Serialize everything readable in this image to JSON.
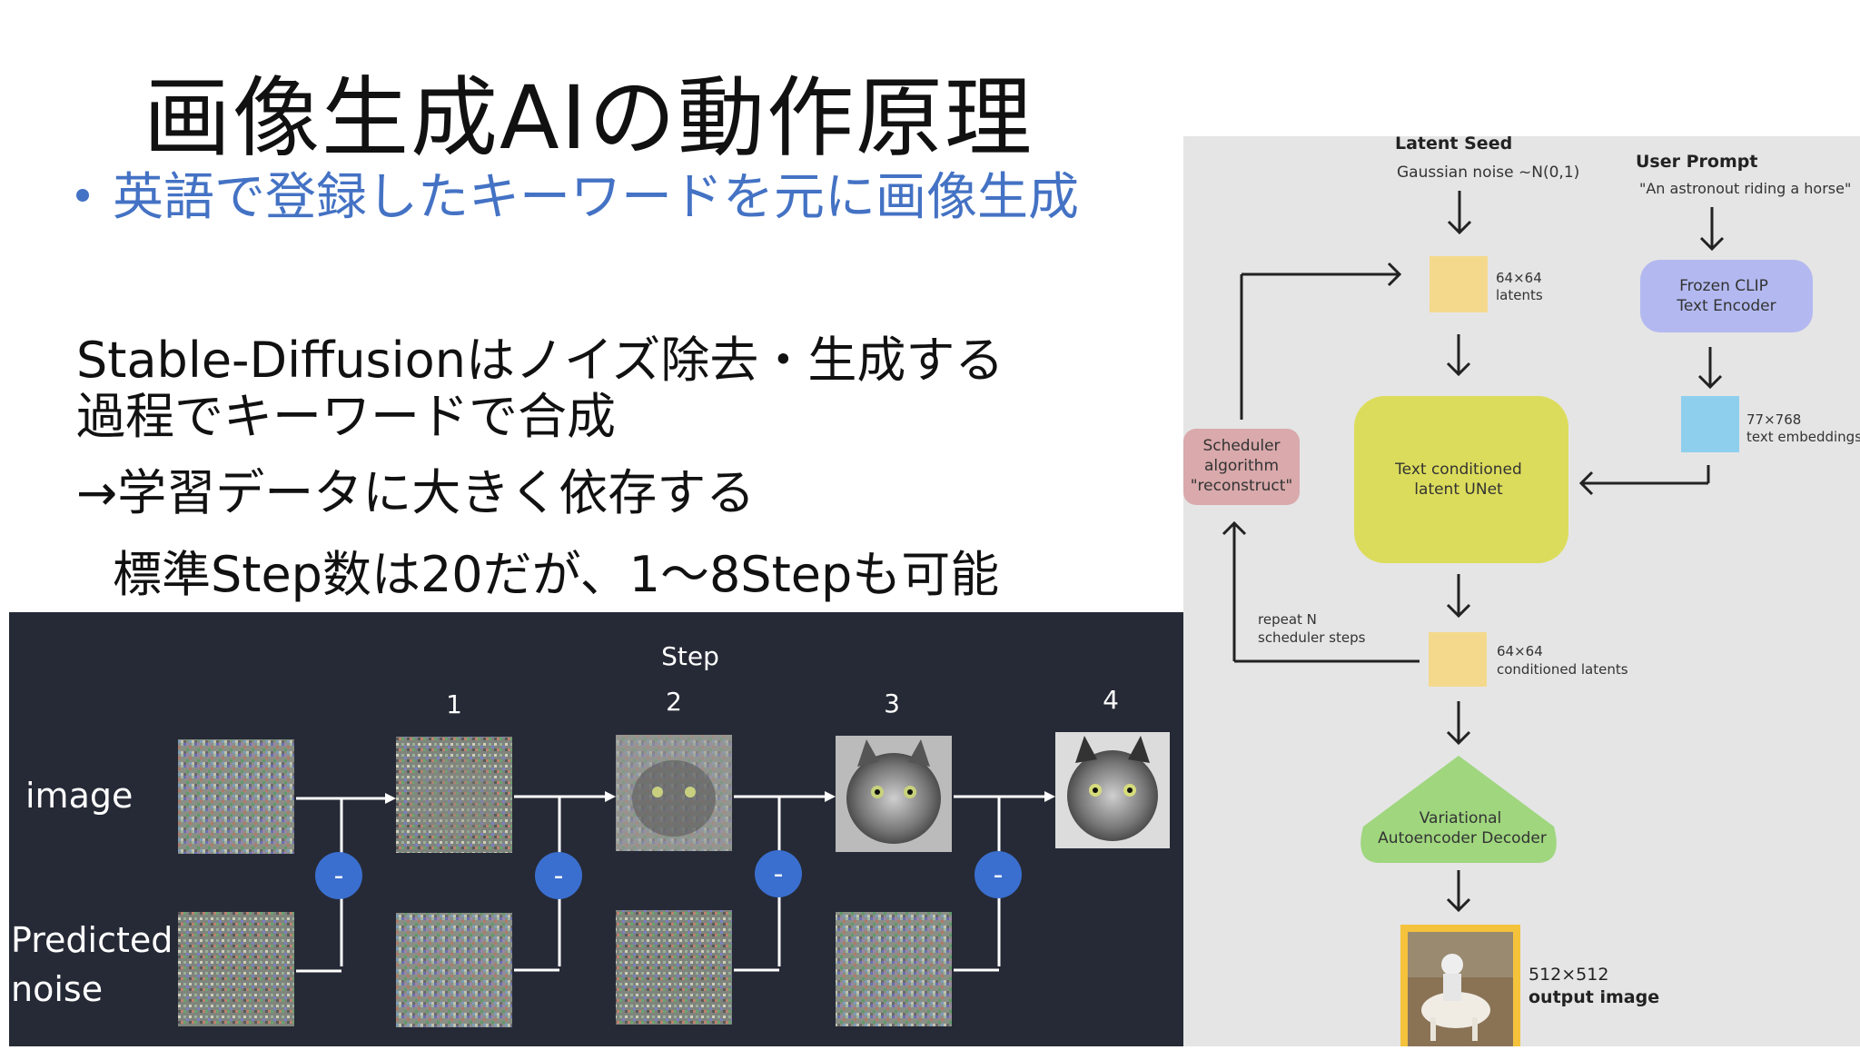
{
  "slide": {
    "title": "画像生成AIの動作原理",
    "bullet": "英語で登録したキーワードを元に画像生成",
    "body": [
      "Stable-Diffusionはノイズ除去・生成する",
      "過程でキーワードで合成",
      "→学習データに大きく依存する",
      "標準Step数は20だが、1〜8Stepも可能"
    ]
  },
  "steps_figure": {
    "header": "Step",
    "step_numbers": [
      "1",
      "2",
      "3",
      "4"
    ],
    "row_labels": {
      "image": "image",
      "predicted_line1": "Predicted",
      "predicted_line2": "noise"
    },
    "minus_symbol": "-"
  },
  "flow": {
    "latent_seed_title": "Latent Seed",
    "latent_seed_sub": "Gaussian noise ~N(0,1)",
    "user_prompt_title": "User Prompt",
    "user_prompt_text": "\"An astronout riding a horse\"",
    "latents_1": "64×64",
    "latents_2": "latents",
    "clip_1": "Frozen CLIP",
    "clip_2": "Text Encoder",
    "emb_1": "77×768",
    "emb_2": "text embeddings",
    "sched_1": "Scheduler",
    "sched_2": "algorithm",
    "sched_3": "\"reconstruct\"",
    "unet_1": "Text conditioned",
    "unet_2": "latent UNet",
    "repeat_1": "repeat N",
    "repeat_2": "scheduler steps",
    "cond_1": "64×64",
    "cond_2": "conditioned latents",
    "vae_1": "Variational",
    "vae_2": "Autoencoder Decoder",
    "out_1": "512×512",
    "out_2": "output image"
  },
  "colors": {
    "bullet_blue": "#4472C4",
    "panel_dark": "#262a36",
    "flow_bg": "#e5e5e5",
    "latent_yellow": "#f4d98d",
    "clip_purple": "#b3b9f0",
    "embed_blue": "#8fcfee",
    "scheduler_pink": "#d9a9ab",
    "unet_yellow": "#dcdc5c",
    "vae_green": "#9fd67e",
    "minus_blue": "#3a6fd0"
  }
}
